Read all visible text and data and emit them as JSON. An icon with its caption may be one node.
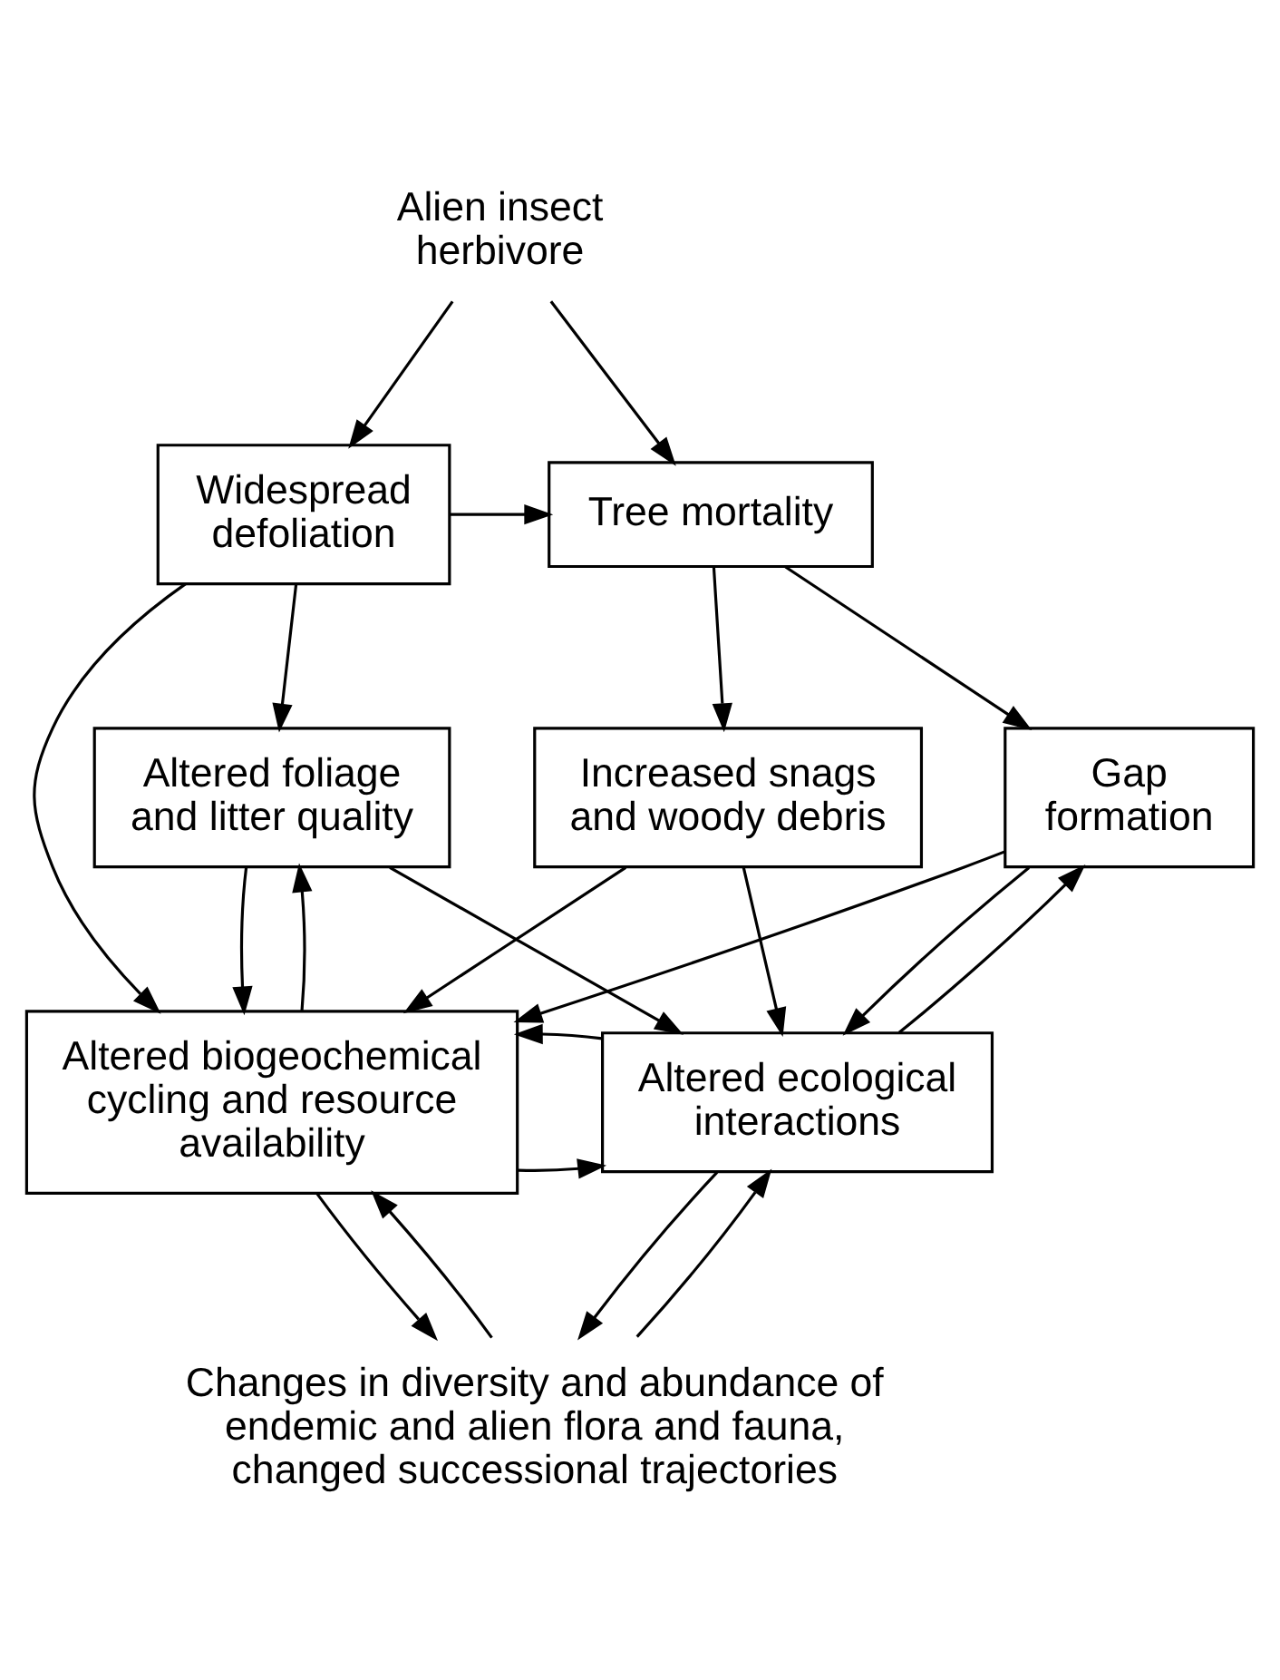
{
  "diagram": {
    "nodes": [
      {
        "text": [
          "Alien insect herbivore"
        ]
      },
      {
        "text": [
          "Widespread defoliation"
        ]
      },
      {
        "text": [
          "Tree mortality"
        ]
      },
      {
        "text": [
          "Altered foliage and litter quality"
        ]
      },
      {
        "text": [
          "Increased snags and woody debris"
        ]
      },
      {
        "text": [
          "Gap formation"
        ]
      },
      {
        "text": [
          "Altered biogeochemical cycling and resource availability"
        ]
      },
      {
        "text": [
          "Altered ecological interactions"
        ]
      },
      {
        "text": [
          "Changes in diversity and abundance of endemic and alien flora and fauna, changed successional trajectories"
        ]
      }
    ],
    "edges": [
      {
        "from": 0,
        "to": 1,
        "arrow": "to"
      },
      {
        "from": 0,
        "to": 2,
        "arrow": "to"
      },
      {
        "from": 1,
        "to": 2,
        "arrow": "to"
      },
      {
        "from": 1,
        "to": 3,
        "arrow": "to"
      },
      {
        "from": 1,
        "to": 6,
        "arrow": "to"
      },
      {
        "from": 2,
        "to": 4,
        "arrow": "to"
      },
      {
        "from": 2,
        "to": 5,
        "arrow": "to"
      },
      {
        "from": 6,
        "to": 3,
        "arrow": "to"
      },
      {
        "from": 3,
        "to": 6,
        "arrow": "to"
      },
      {
        "from": 3,
        "to": 7,
        "arrow": "to"
      },
      {
        "from": 4,
        "to": 6,
        "arrow": "to"
      },
      {
        "from": 4,
        "to": 7,
        "arrow": "to"
      },
      {
        "from": 5,
        "to": 6,
        "arrow": "to"
      },
      {
        "from": 5,
        "to": 7,
        "arrow": "to"
      },
      {
        "from": 7,
        "to": 5,
        "arrow": "to"
      },
      {
        "from": 6,
        "to": 7,
        "arrow": "to"
      },
      {
        "from": 7,
        "to": 6,
        "arrow": "to"
      },
      {
        "from": 6,
        "to": 8,
        "arrow": "to"
      },
      {
        "from": 8,
        "to": 6,
        "arrow": "to"
      },
      {
        "from": 8,
        "to": 7,
        "arrow": "to"
      },
      {
        "from": 7,
        "to": 8,
        "arrow": "to"
      }
    ]
  }
}
